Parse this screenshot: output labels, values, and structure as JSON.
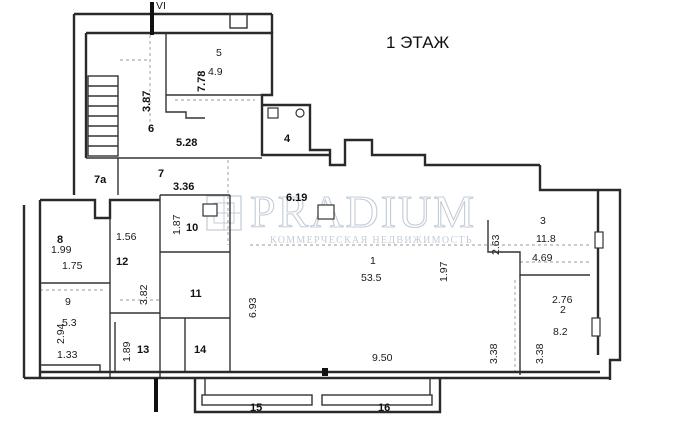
{
  "floor_title": "1 ЭТАЖ",
  "corner_label": "VI",
  "watermark": {
    "brand": "PRADIUM",
    "tagline": "КОММЕРЧЕСКАЯ НЕДВИЖИМОСТЬ"
  },
  "rooms": [
    {
      "number": "1",
      "area": "53.5"
    },
    {
      "number": "2",
      "area": "8.2"
    },
    {
      "number": "3",
      "area": "11.8"
    },
    {
      "number": "4"
    },
    {
      "number": "5",
      "area": "4.9"
    },
    {
      "number": "6",
      "area": "5.28"
    },
    {
      "number": "7",
      "area": "3.36"
    },
    {
      "number": "7а"
    },
    {
      "number": "8",
      "area": "1.75"
    },
    {
      "number": "9",
      "area": "5.3"
    },
    {
      "number": "10"
    },
    {
      "number": "11"
    },
    {
      "number": "12"
    },
    {
      "number": "13"
    },
    {
      "number": "14"
    },
    {
      "number": "15"
    },
    {
      "number": "16"
    }
  ],
  "dimensions": {
    "d_3_87": "3.87",
    "d_7_78": "7.78",
    "d_6_19": "6.19",
    "d_1_99": "1.99",
    "d_1_56": "1.56",
    "d_1_87": "1.87",
    "d_3_82": "3.82",
    "d_2_94": "2.94",
    "d_1_33": "1.33",
    "d_1_89": "1.89",
    "d_6_93": "6.93",
    "d_9_50": "9.50",
    "d_1_97": "1.97",
    "d_2_63": "2.63",
    "d_4_69": "4.69",
    "d_2_76": "2.76",
    "d_3_38a": "3.38",
    "d_3_38b": "3.38"
  }
}
